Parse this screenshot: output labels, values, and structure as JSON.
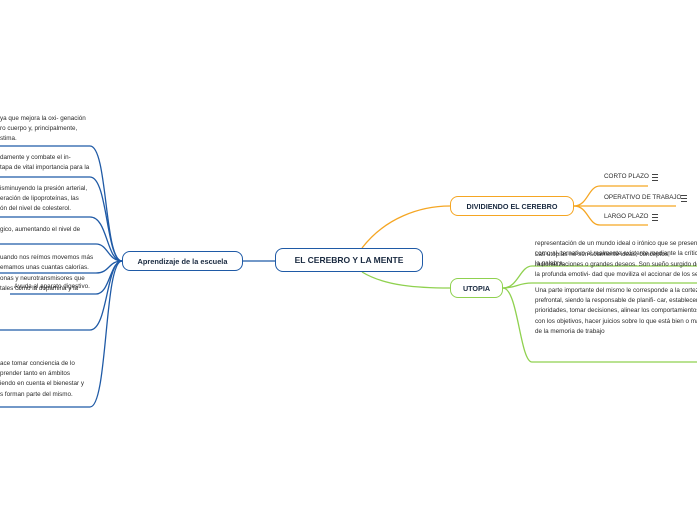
{
  "central": {
    "title": "EL CEREBRO Y LA MENTE"
  },
  "left_branch": {
    "title": "Aprendizaje de la escuela",
    "items": [
      {
        "lines": [
          "ya que mejora la oxi- genación",
          "ro cuerpo y, principalmente,",
          "stima."
        ]
      },
      {
        "lines": [
          "damente y combate el in-",
          "tapa de vital importancia para la"
        ]
      },
      {
        "lines": [
          "isminuyendo la presión arterial,",
          "eración de lipoproteínas, las",
          "ón del nivel de colesterol."
        ]
      },
      {
        "lines": [
          "gico, aumentando el nivel de"
        ]
      },
      {
        "lines": [
          "uando nos reímos movemos más",
          "emamos unas cuantas calorías."
        ]
      },
      {
        "lines": [
          "Ayuda al aparato digestivo."
        ]
      },
      {
        "lines": [
          "onas y neurotransmisores que",
          "tales como la dopamina y la"
        ]
      },
      {
        "lines": [
          "ace tomar conciencia de lo",
          "prender tanto en ámbitos",
          "iendo en cuenta el bienestar y",
          "s forman parte del mismo."
        ]
      }
    ]
  },
  "right_branches": [
    {
      "title": "DIVIDIENDO EL CEREBRO",
      "children": [
        {
          "label": "CORTO PLAZO",
          "icon": "note-icon"
        },
        {
          "label": "OPERATIVO DE TRABAJO",
          "icon": "note-icon"
        },
        {
          "label": "LARGO PLAZO",
          "icon": "note-icon"
        }
      ]
    },
    {
      "title": "UTOPIA",
      "items": [
        {
          "lines": [
            "representación de un mundo ideal o irónico que se presenta",
            "como al- ternativo al realmente existente mediante la crítica",
            "la palabra."
          ]
        },
        {
          "lines": [
            "Las utopías no son solamente ideas, conceptos,",
            "racionalizaciones o grandes deseos. Son sueño surgido de",
            "la profunda emotivi- dad que moviliza el accionar de los seres"
          ]
        },
        {
          "lines": [
            "Una parte importante del mismo le corresponde a la corteza",
            "prefrontal, siendo la responsable de planifi- car, establecer",
            "prioridades, tomar decisiones, alinear los comportamientos",
            "con los objetivos, hacer juicios sobre lo que está bien o mal",
            "de la memoria de trabajo"
          ]
        }
      ]
    }
  ],
  "colors": {
    "central_border": "#1f5aa6",
    "left_branch": "#1f5aa6",
    "dividiendo": "#f5a623",
    "utopia": "#8fd14f",
    "node_text": "#1a2a40"
  }
}
